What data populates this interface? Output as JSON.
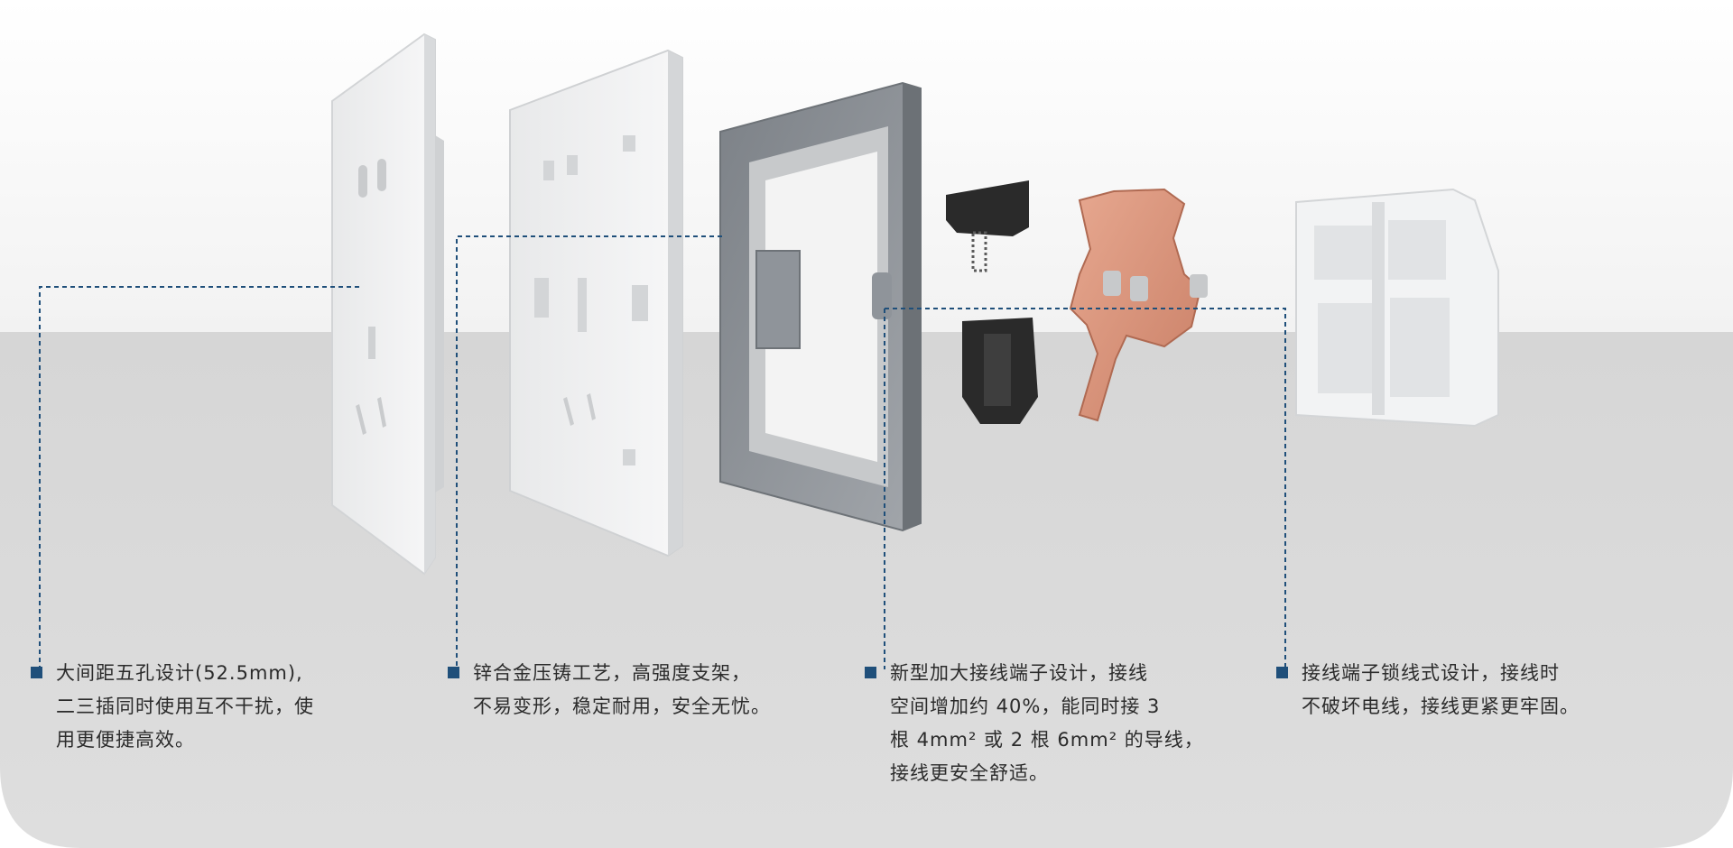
{
  "callouts": [
    {
      "lines": [
        "大间距五孔设计(52.5mm),",
        "二三插同时使用互不干扰，使",
        "用更便捷高效。"
      ]
    },
    {
      "lines": [
        "锌合金压铸工艺，高强度支架，",
        "不易变形，稳定耐用，安全无忧。"
      ]
    },
    {
      "lines": [
        "新型加大接线端子设计，接线",
        "空间增加约 40%，能同时接 3",
        "根 4mm² 或 2 根 6mm² 的导线，",
        "接线更安全舒适。"
      ]
    },
    {
      "lines": [
        "接线端子锁线式设计，接线时",
        "不破坏电线，接线更紧更牢固。"
      ]
    }
  ],
  "colors": {
    "background_top": "#ffffff",
    "background_band": "#dcdcdc",
    "leader_line": "#1f4f7a",
    "bullet": "#1f4f7a",
    "bracket": "#8e9399",
    "copper": "#d9917a",
    "black_part": "#2a2a2a",
    "white_part": "#f1f2f3"
  }
}
